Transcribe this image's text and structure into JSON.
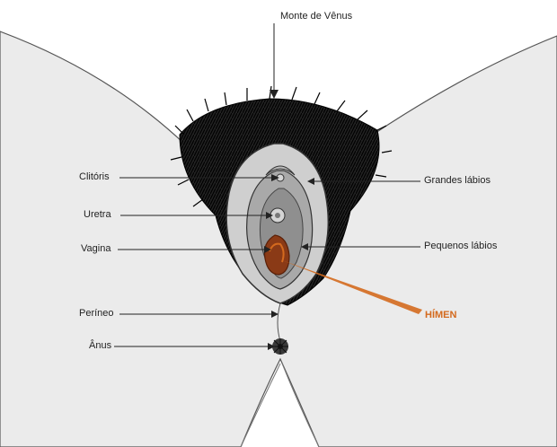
{
  "labels": {
    "monte_de_venus": "Monte de Vênus",
    "clitoris": "Clitóris",
    "uretra": "Uretra",
    "vagina": "Vagina",
    "perineo": "Períneo",
    "anus": "Ânus",
    "grandes_labios": "Grandes lábios",
    "pequenos_labios": "Pequenos lábios",
    "himen": "HÍMEN"
  },
  "colors": {
    "accent": "#d46a1e",
    "skin": "#ebebeb",
    "outline": "#444444",
    "hair": "#111111",
    "inner_tissue": "#9a9a9a",
    "vagina_fill": "#8a3a16"
  }
}
